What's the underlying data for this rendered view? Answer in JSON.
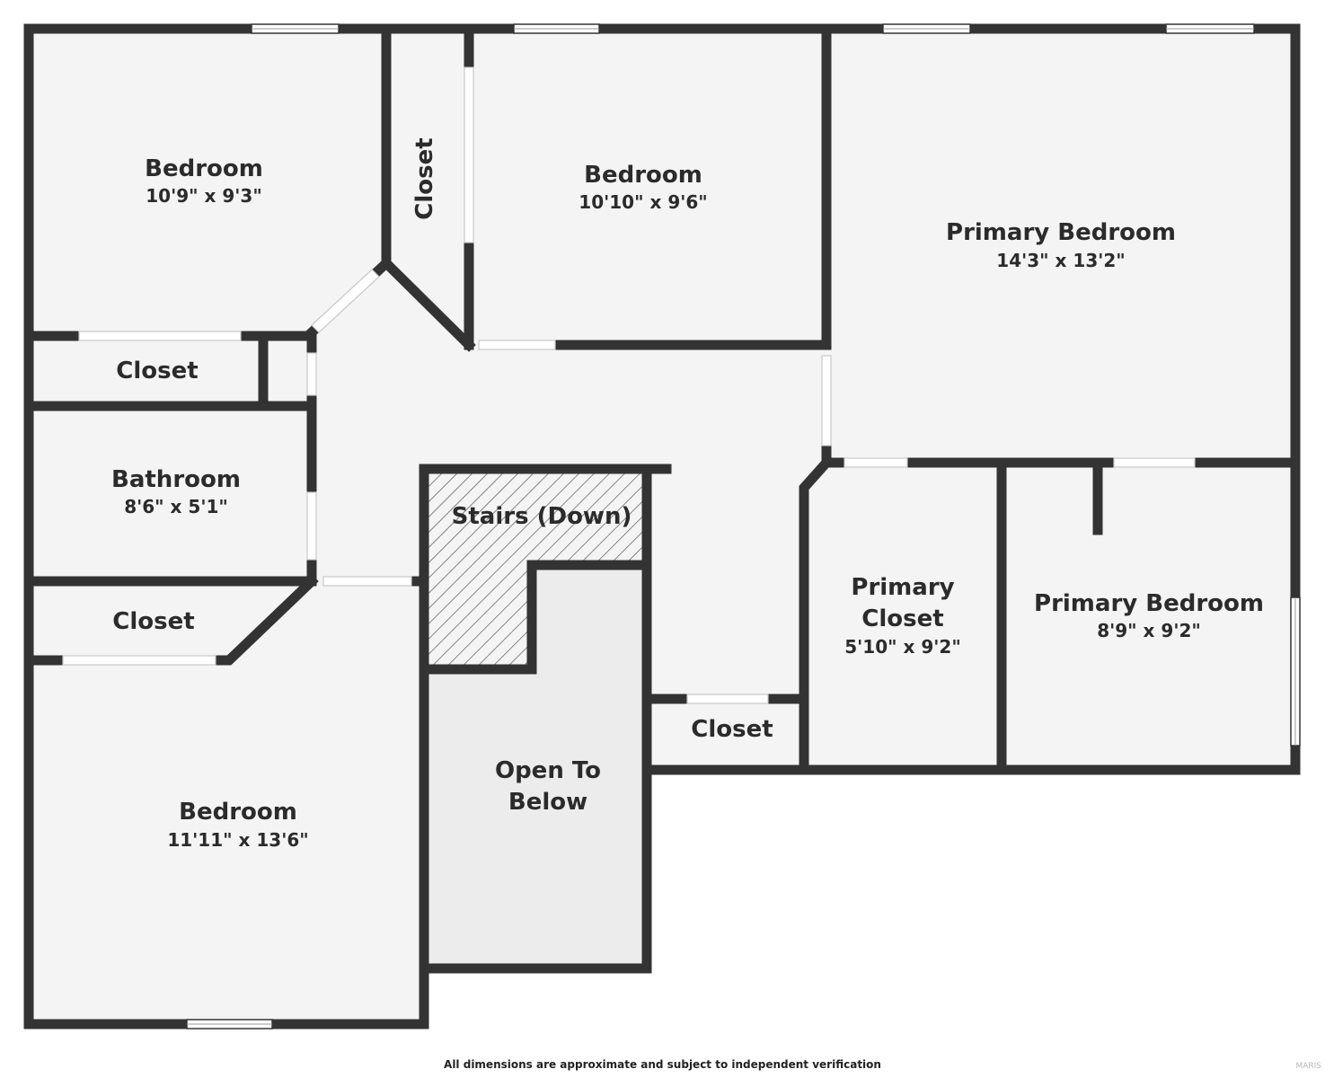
{
  "rooms": {
    "bedroom_nw": {
      "name": "Bedroom",
      "dims": "10'9\" x 9'3\""
    },
    "closet_north": {
      "name": "Closet"
    },
    "bedroom_north": {
      "name": "Bedroom",
      "dims": "10'10\" x 9'6\""
    },
    "primary_bedroom": {
      "name": "Primary Bedroom",
      "dims": "14'3\" x 13'2\""
    },
    "closet_west_upper": {
      "name": "Closet"
    },
    "bathroom": {
      "name": "Bathroom",
      "dims": "8'6\" x 5'1\""
    },
    "stairs": {
      "name": "Stairs (Down)"
    },
    "closet_west_lower": {
      "name": "Closet"
    },
    "primary_closet": {
      "name_line1": "Primary",
      "name_line2": "Closet",
      "dims": "5'10\" x 9'2\""
    },
    "primary_bedroom_2": {
      "name": "Primary Bedroom",
      "dims": "8'9\" x 9'2\""
    },
    "closet_hall": {
      "name": "Closet"
    },
    "open_to_below": {
      "name_line1": "Open To",
      "name_line2": "Below"
    },
    "bedroom_sw": {
      "name": "Bedroom",
      "dims": "11'11\" x 13'6\""
    }
  },
  "disclaimer": "All dimensions are approximate and subject to independent verification",
  "watermark": "MARIS",
  "colors": {
    "wall": "#333333",
    "floor": "#f4f4f4",
    "open_area": "#ececec",
    "opening": "#ffffff",
    "stair_hatch": "#555555"
  }
}
